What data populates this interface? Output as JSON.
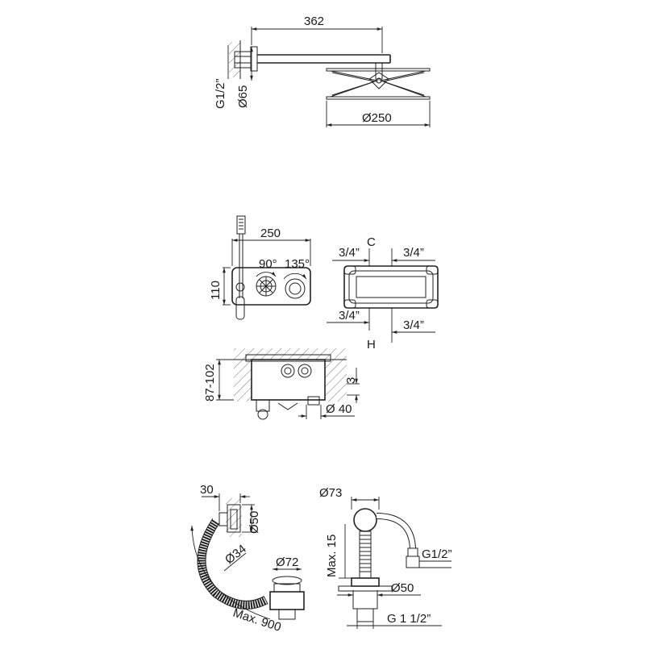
{
  "view_shower_head": {
    "arm_length": "362",
    "thread": "G1/2”",
    "flange_diameter": "Ø65",
    "head_diameter": "Ø250"
  },
  "view_mixer": {
    "width": "250",
    "height": "110",
    "angle_left": "90°",
    "angle_right": "135°",
    "inlet_top_left": "3/4”",
    "inlet_top_right": "3/4”",
    "inlet_bottom_left": "3/4”",
    "inlet_bottom_right": "3/4”",
    "cold_mark": "C",
    "hot_mark": "H",
    "wall_depth": "87-102",
    "clearance": "3",
    "outlet_diameter": "Ø 40"
  },
  "view_bath_waste": {
    "rose_depth": "30",
    "rose_diameter": "Ø50",
    "hose_diameter": "Ø34",
    "plug_diameter": "Ø72",
    "hose_length": "Max. 900",
    "ball_diameter": "Ø73",
    "max_height": "Max. 15",
    "connector_thread": "G1/2”",
    "base_diameter": "Ø50",
    "waste_thread": "G 1 1/2”"
  }
}
